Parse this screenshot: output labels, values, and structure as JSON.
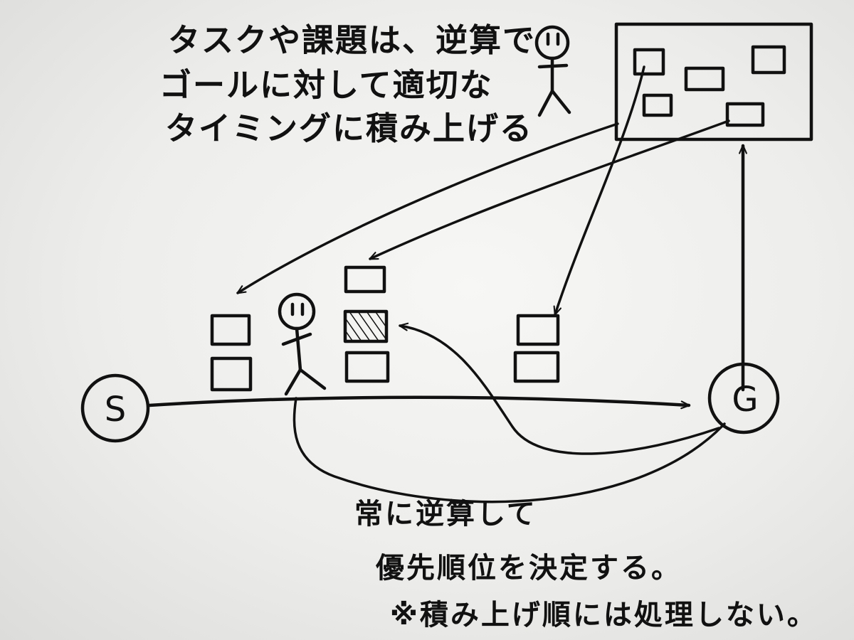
{
  "title": {
    "lines": [
      "タスクや課題は、逆算で",
      "ゴールに対して適切な",
      "タイミングに積み上げる"
    ]
  },
  "nodes": {
    "start": {
      "label": "S"
    },
    "goal": {
      "label": "G"
    }
  },
  "notes": {
    "lines": [
      "常に逆算して",
      "優先順位を決定する。",
      "※積み上げ順には処理しない。"
    ]
  },
  "icons": {
    "figure_top": "stick-figure-icon",
    "figure_path": "stick-figure-icon",
    "task_board": "task-board-icon",
    "completed_task": "hatched-task-box-icon"
  }
}
